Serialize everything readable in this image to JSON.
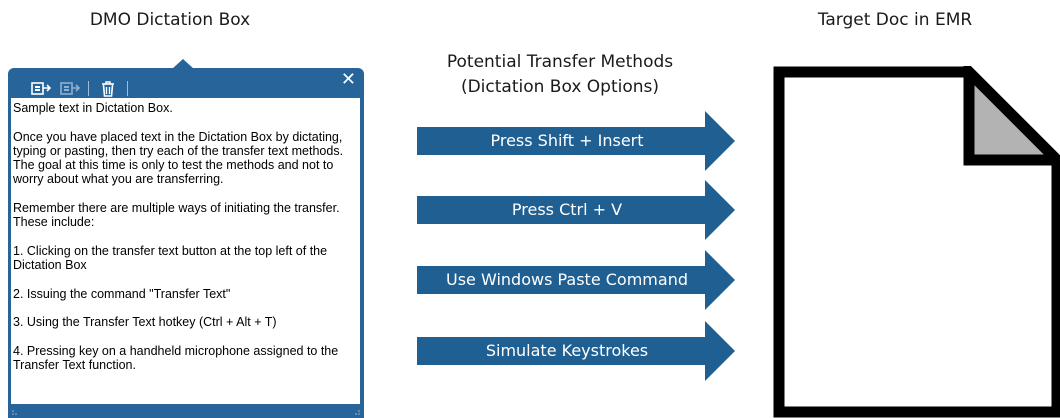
{
  "titles": {
    "left": "DMO Dictation Box",
    "middle_line1": "Potential Transfer Methods",
    "middle_line2": "(Dictation Box Options)",
    "right": "Target Doc in EMR"
  },
  "dictation_box": {
    "close_glyph": "✕",
    "toolbar_icons": [
      "transfer-text-icon",
      "transfer-text-disabled-icon",
      "delete-icon"
    ],
    "paragraphs": [
      "Sample text in Dictation Box.",
      "Once you have placed text in the Dictation Box by dictating, typing or pasting, then try each of the transfer text methods. The goal at this time is only to test the methods and not to worry about what you are transferring.",
      "Remember there are multiple ways of initiating the transfer. These include:",
      "1.  Clicking on the transfer text button at the top left of the Dictation Box",
      "2.  Issuing the command \"Transfer Text\"",
      "3.  Using the Transfer Text hotkey (Ctrl + Alt + T)",
      "4.  Pressing key on a handheld microphone assigned to the Transfer Text function."
    ]
  },
  "methods": [
    "Press Shift + Insert",
    "Press Ctrl + V",
    "Use Windows Paste Command",
    "Simulate Keystrokes"
  ],
  "colors": {
    "accent": "#276499",
    "arrow": "#1f5f91",
    "doc_fold": "#b3b3b3"
  }
}
